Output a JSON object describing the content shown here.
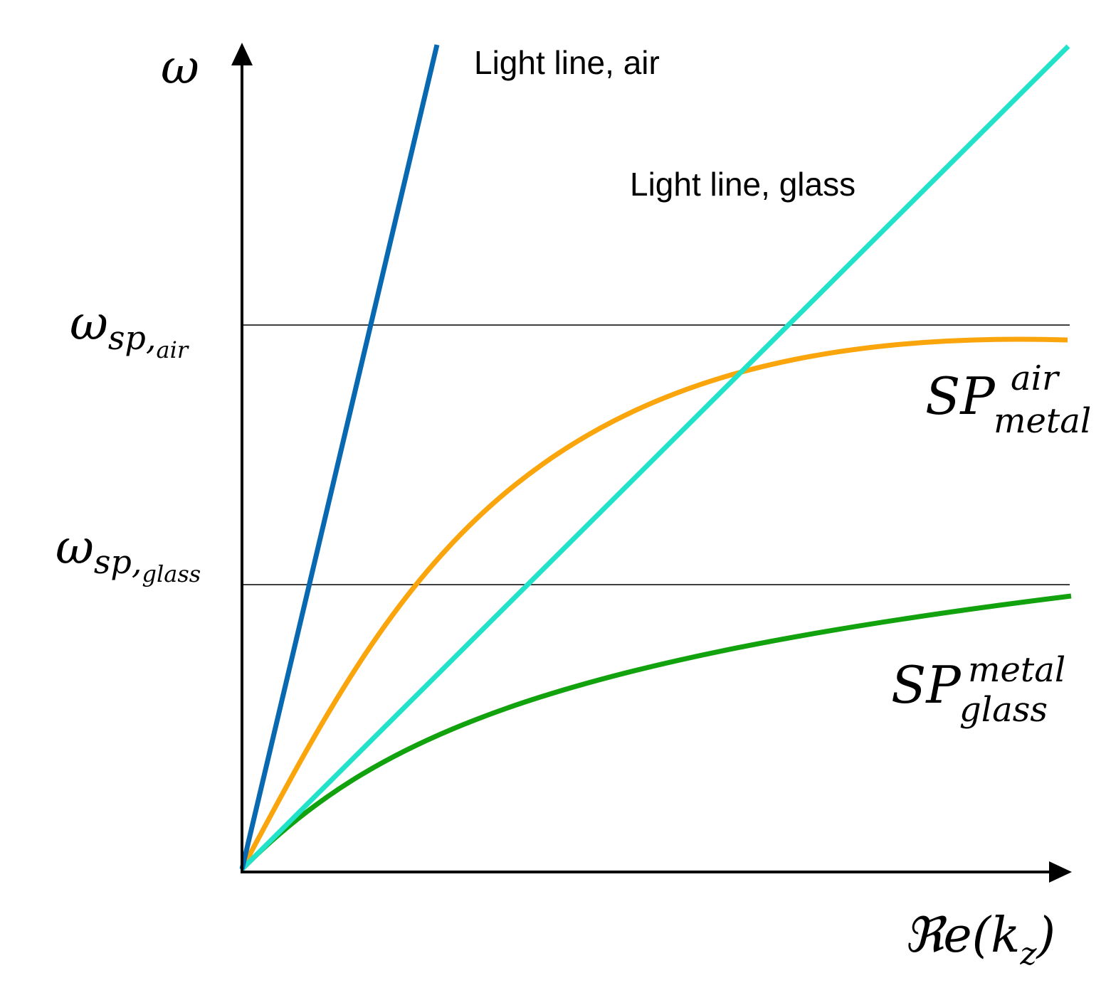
{
  "diagram": {
    "y_axis_label": "ω",
    "x_axis_label": "ℜe(k",
    "x_axis_label_sub": "z",
    "x_axis_label_close": ")",
    "levels": {
      "sp_air": {
        "base": "ω",
        "sub": "sp,",
        "sub2": "air"
      },
      "sp_glass": {
        "base": "ω",
        "sub": "sp,",
        "sub2": "glass"
      }
    },
    "lines": {
      "light_air": {
        "label": "Light line, air",
        "color": "#0868b0"
      },
      "light_glass": {
        "label": "Light line, glass",
        "color": "#22e3c9"
      },
      "sp_metal_air": {
        "base": "SP",
        "sup": "air",
        "sub": "metal",
        "color": "#f9a50b"
      },
      "sp_glass_metal": {
        "base": "SP",
        "sup": "metal",
        "sub": "glass",
        "color": "#12a20e"
      }
    },
    "colors": {
      "axis": "#000000",
      "reference_line": "#000000"
    }
  }
}
